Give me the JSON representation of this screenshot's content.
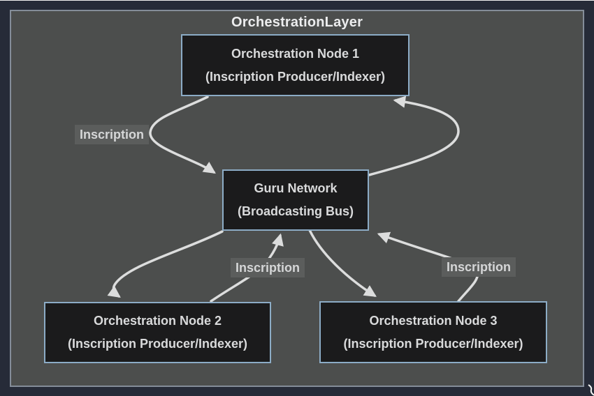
{
  "diagram": {
    "title": "OrchestrationLayer",
    "nodes": {
      "node1": {
        "line1": "Orchestration Node 1",
        "line2": "(Inscription Producer/Indexer)"
      },
      "guru": {
        "line1": "Guru Network",
        "line2": "(Broadcasting Bus)"
      },
      "node2": {
        "line1": "Orchestration Node 2",
        "line2": "(Inscription Producer/Indexer)"
      },
      "node3": {
        "line1": "Orchestration Node 3",
        "line2": "(Inscription Producer/Indexer)"
      }
    },
    "edge_labels": {
      "left": {
        "text": "Inscription"
      },
      "middle": {
        "text": "Inscription"
      },
      "right": {
        "text": "Inscription"
      }
    },
    "edges": [
      {
        "from": "Orchestration Node 1",
        "to": "Guru Network",
        "label": "Inscription"
      },
      {
        "from": "Guru Network",
        "to": "Orchestration Node 1",
        "label": ""
      },
      {
        "from": "Guru Network",
        "to": "Orchestration Node 2",
        "label": ""
      },
      {
        "from": "Orchestration Node 2",
        "to": "Guru Network",
        "label": "Inscription"
      },
      {
        "from": "Guru Network",
        "to": "Orchestration Node 3",
        "label": ""
      },
      {
        "from": "Orchestration Node 3",
        "to": "Guru Network",
        "label": "Inscription"
      }
    ],
    "colors": {
      "outer_bg": "#262b38",
      "canvas_bg": "#4c4e4d",
      "canvas_border": "#848d99",
      "node_bg": "#1b1b1c",
      "node_border": "#8cacc6",
      "node_text": "#d9dadb",
      "title_text": "#ecedee",
      "arrow": "#dcdddd",
      "label_bg": "#5b5d5c",
      "label_text": "#d5d6d7"
    }
  }
}
